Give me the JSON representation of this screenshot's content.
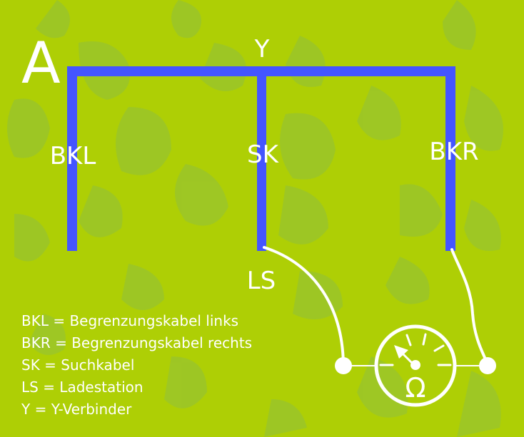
{
  "diagram": {
    "panel_letter": "A",
    "labels": {
      "y": "Y",
      "bkl": "BKL",
      "sk": "SK",
      "bkr": "BKR",
      "ls": "LS",
      "ohm": "Ω"
    },
    "legend": [
      "BKL = Begrenzungskabel links",
      "BKR = Begrenzungskabel rechts",
      "SK = Suchkabel",
      "LS = Ladestation",
      "Y = Y-Verbinder"
    ],
    "colors": {
      "background": "#aecf05",
      "pattern": "#9bc52a",
      "cable": "#4455ff",
      "foreground": "#ffffff"
    },
    "icons": [
      "ohmmeter-icon"
    ]
  }
}
